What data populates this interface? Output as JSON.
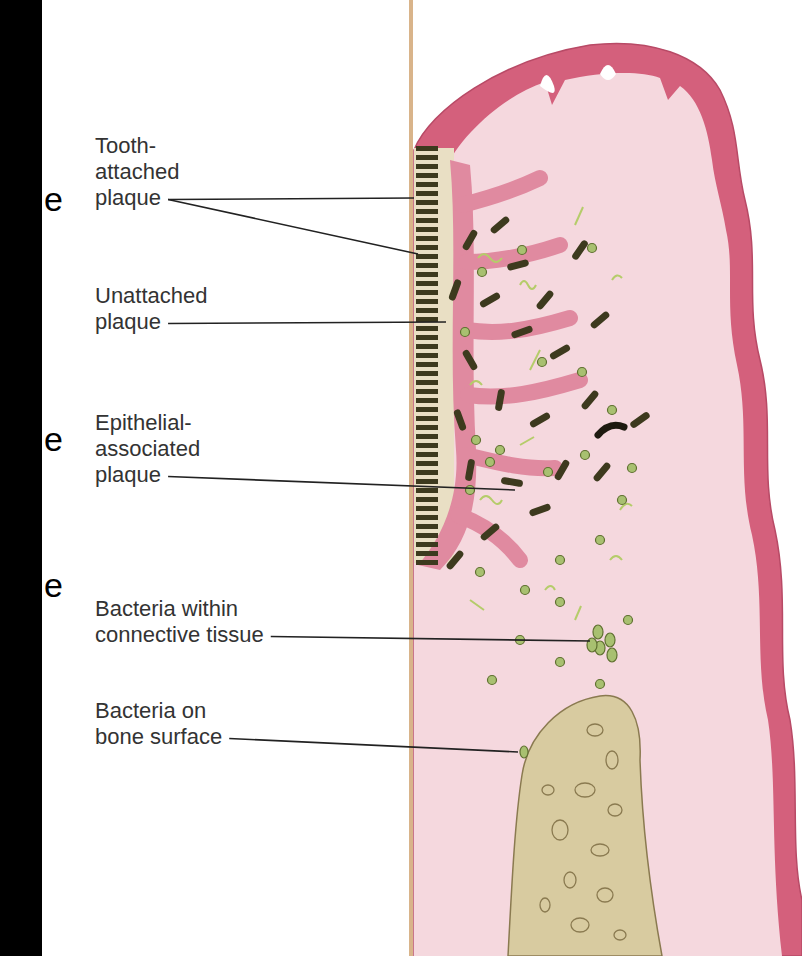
{
  "diagram": {
    "labels": [
      "e",
      "e",
      "e",
      "Tooth-attached plaque",
      "Unattached plaque",
      "Epithelial-associated plaque",
      "Bacteria within connective tissue",
      "Bacteria on bone surface"
    ]
  }
}
